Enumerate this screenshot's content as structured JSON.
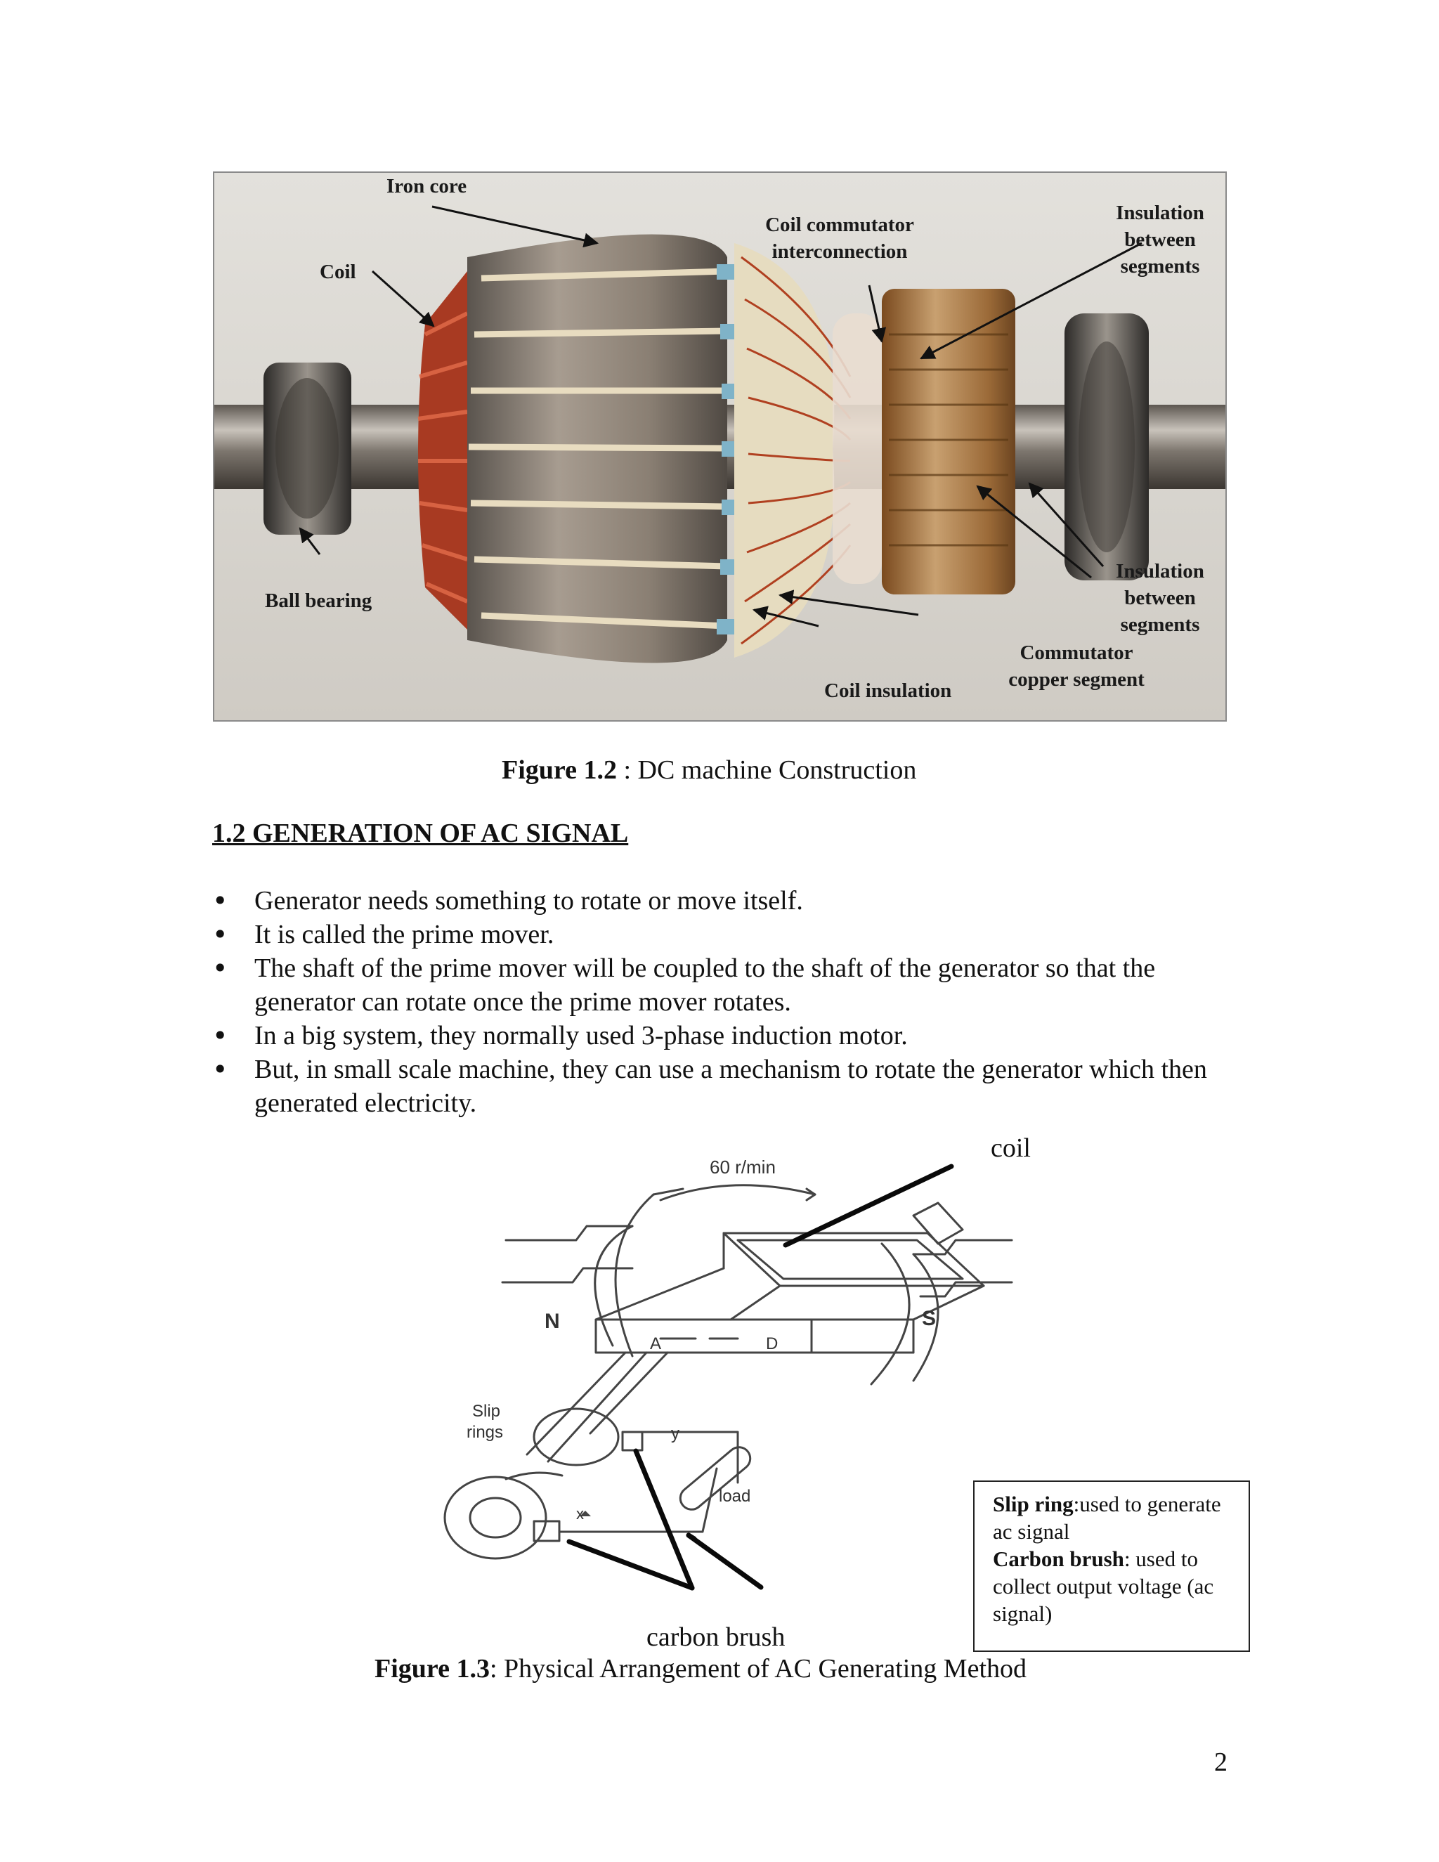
{
  "figure_1_2": {
    "photo_labels": {
      "iron_core": "Iron core",
      "coil": "Coil",
      "coil_commutator_line1": "Coil commutator",
      "coil_commutator_line2": "interconnection",
      "insulation_top_line1": "Insulation",
      "insulation_top_line2": "between",
      "insulation_top_line3": "segments",
      "insulation_bottom_line1": "Insulation",
      "insulation_bottom_line2": "between",
      "insulation_bottom_line3": "segments",
      "ball_bearing": "Ball bearing",
      "coil_insulation": "Coil insulation",
      "commutator_line1": "Commutator",
      "commutator_line2": "copper segment"
    },
    "caption_label": "Figure 1.2",
    "caption_text": " : DC machine Construction"
  },
  "section": {
    "heading": "1.2 GENERATION OF AC SIGNAL",
    "bullets": [
      "Generator needs something to rotate or move itself.",
      "It is called the prime mover.",
      "The shaft of the prime mover will be coupled to the shaft of the generator so that the generator can rotate once the prime mover rotates.",
      "In a big system, they normally used 3-phase induction motor.",
      "But, in small scale machine, they can use a mechanism to rotate the generator which then generated electricity."
    ]
  },
  "figure_1_3": {
    "diagram_labels": {
      "speed": "60 r/min",
      "north": "N",
      "south": "S",
      "a": "A",
      "d": "D",
      "slip_line1": "Slip",
      "slip_line2": "rings",
      "x": "x",
      "y": "y",
      "load": "load"
    },
    "coil_label": "coil",
    "carbon_brush_label": "carbon brush",
    "note": {
      "slip_ring_term": "Slip ring",
      "slip_ring_text": ":used to generate ac signal",
      "carbon_brush_term": "Carbon brush",
      "carbon_brush_text": ": used to collect output voltage (ac signal)"
    },
    "caption_label": "Figure 1.3",
    "caption_text": ": Physical Arrangement of AC Generating Method"
  },
  "page_number": "2"
}
